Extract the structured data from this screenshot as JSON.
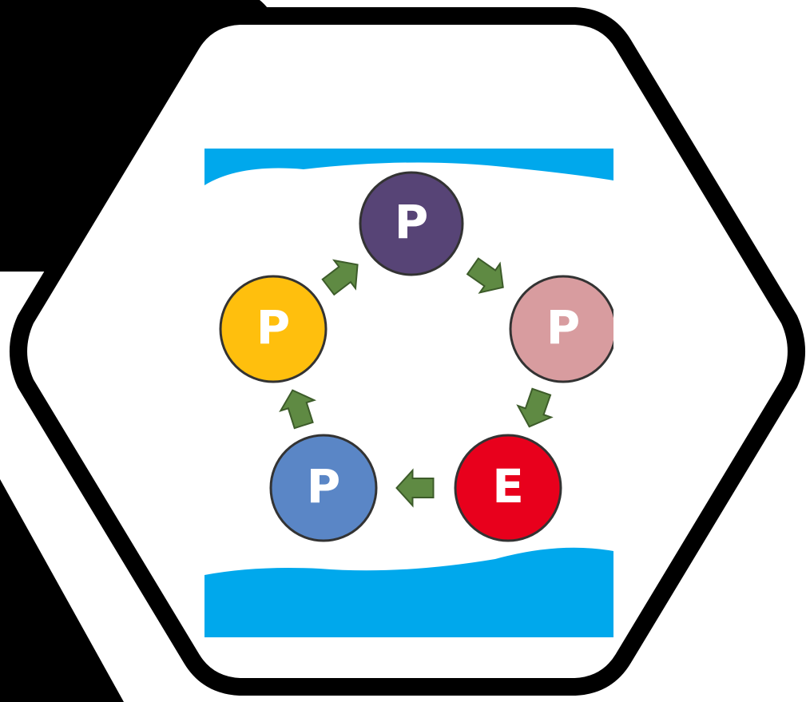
{
  "diagram": {
    "nodes": [
      {
        "id": "top",
        "letter": "P",
        "color": "#574476"
      },
      {
        "id": "right",
        "letter": "P",
        "color": "#d89c9f"
      },
      {
        "id": "bottom-right",
        "letter": "E",
        "color": "#e8001c"
      },
      {
        "id": "bottom-left",
        "letter": "P",
        "color": "#5a86c6"
      },
      {
        "id": "left",
        "letter": "P",
        "color": "#ffbf0d"
      }
    ],
    "cycle_order": [
      "top",
      "right",
      "bottom-right",
      "bottom-left",
      "left"
    ],
    "arrow_color": "#5f8a43"
  },
  "colors": {
    "frame_stroke": "#000000",
    "background_band": "#00a8ec",
    "node_outline": "#333333"
  }
}
